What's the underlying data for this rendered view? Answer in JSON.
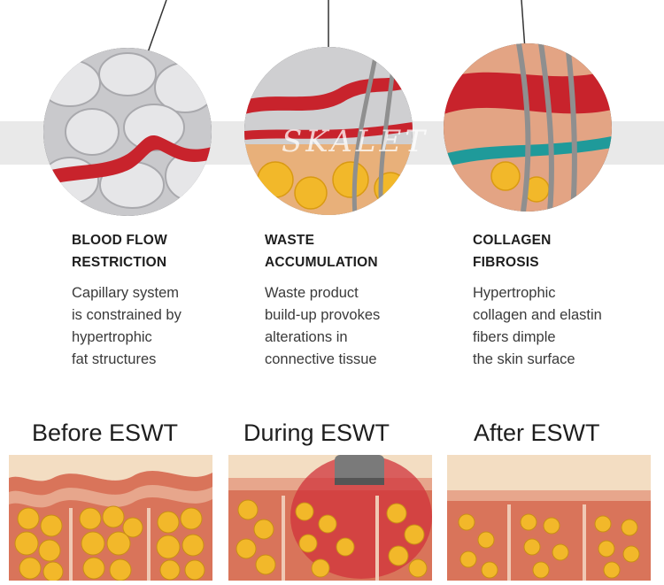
{
  "watermark": "SKALET",
  "columns": [
    {
      "title_line1": "BLOOD FLOW",
      "title_line2": "RESTRICTION",
      "desc": [
        "Capillary system",
        "is constrained by",
        "hypertrophic",
        "fat structures"
      ]
    },
    {
      "title_line1": "WASTE",
      "title_line2": "ACCUMULATION",
      "desc": [
        "Waste product",
        "build-up provokes",
        "alterations in",
        "connective tissue"
      ]
    },
    {
      "title_line1": "COLLAGEN",
      "title_line2": "FIBROSIS",
      "desc": [
        "Hypertrophic",
        "collagen and elastin",
        "fibers dimple",
        "the skin surface"
      ]
    }
  ],
  "stages": [
    "Before ESWT",
    "During ESWT",
    "After ESWT"
  ],
  "colors": {
    "blood": "#c8232c",
    "fat": "#f2b82a",
    "tissue": "#d9745a",
    "skin": "#f3ddc2",
    "fiber": "#8f8f8f",
    "duct": "#1f9a9a"
  }
}
